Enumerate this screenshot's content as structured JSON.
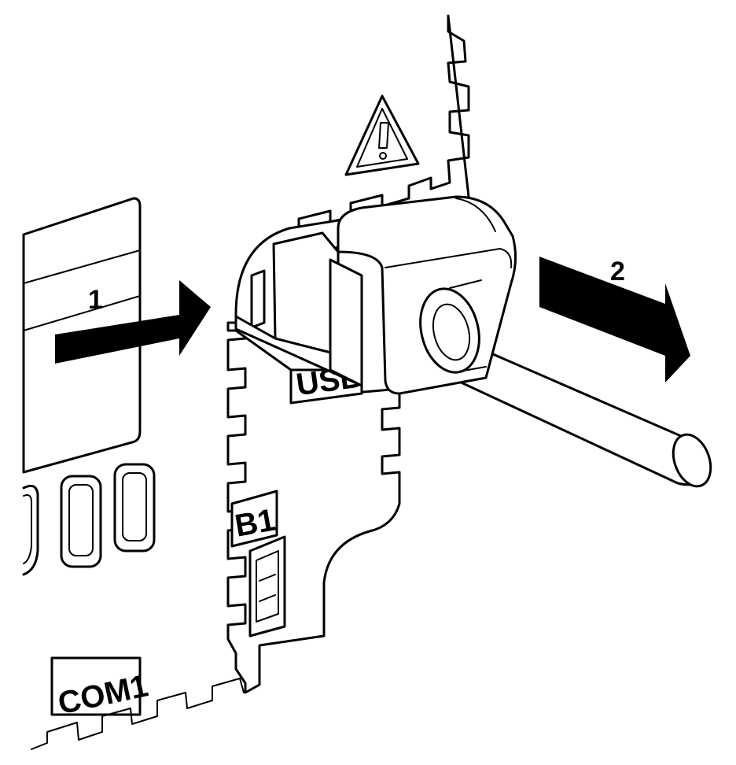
{
  "labels": {
    "step1": "1",
    "step2": "2",
    "usb_port": "USB",
    "b1_port": "B1",
    "com1_port": "COM1"
  },
  "icons": {
    "warning": "warning-triangle-icon"
  },
  "colors": {
    "line": "#000000",
    "fill": "#ffffff"
  }
}
